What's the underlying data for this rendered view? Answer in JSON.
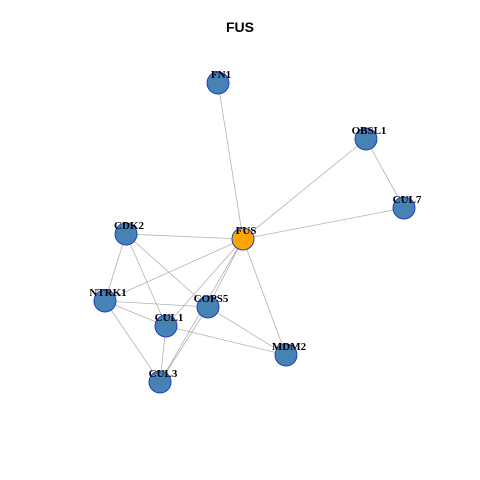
{
  "title": "FUS",
  "colors": {
    "hub": "#FFA500",
    "node": "#4682B4",
    "node_border": "#1F3FBF",
    "edge": "#B3B3B3"
  },
  "nodes": [
    {
      "id": "FN1",
      "label": "FN1",
      "hub": false
    },
    {
      "id": "OBSL1",
      "label": "OBSL1",
      "hub": false
    },
    {
      "id": "CUL7",
      "label": "CUL7",
      "hub": false
    },
    {
      "id": "CDK2",
      "label": "CDK2",
      "hub": false
    },
    {
      "id": "FUS",
      "label": "FUS",
      "hub": true
    },
    {
      "id": "NTRK1",
      "label": "NTRK1",
      "hub": false
    },
    {
      "id": "COPS5",
      "label": "COPS5",
      "hub": false
    },
    {
      "id": "CUL1",
      "label": "CUL1",
      "hub": false
    },
    {
      "id": "MDM2",
      "label": "MDM2",
      "hub": false
    },
    {
      "id": "CUL3",
      "label": "CUL3",
      "hub": false
    }
  ],
  "edges": [
    [
      "FUS",
      "FN1"
    ],
    [
      "FUS",
      "OBSL1"
    ],
    [
      "FUS",
      "CUL7"
    ],
    [
      "OBSL1",
      "CUL7"
    ],
    [
      "FUS",
      "CDK2"
    ],
    [
      "FUS",
      "NTRK1"
    ],
    [
      "FUS",
      "COPS5"
    ],
    [
      "FUS",
      "CUL1"
    ],
    [
      "FUS",
      "MDM2"
    ],
    [
      "FUS",
      "CUL3"
    ],
    [
      "CDK2",
      "NTRK1"
    ],
    [
      "CDK2",
      "CUL1"
    ],
    [
      "CDK2",
      "COPS5"
    ],
    [
      "NTRK1",
      "COPS5"
    ],
    [
      "NTRK1",
      "CUL1"
    ],
    [
      "NTRK1",
      "CUL3"
    ],
    [
      "COPS5",
      "CUL3"
    ],
    [
      "COPS5",
      "MDM2"
    ],
    [
      "CUL1",
      "MDM2"
    ],
    [
      "CUL1",
      "CUL3"
    ]
  ]
}
